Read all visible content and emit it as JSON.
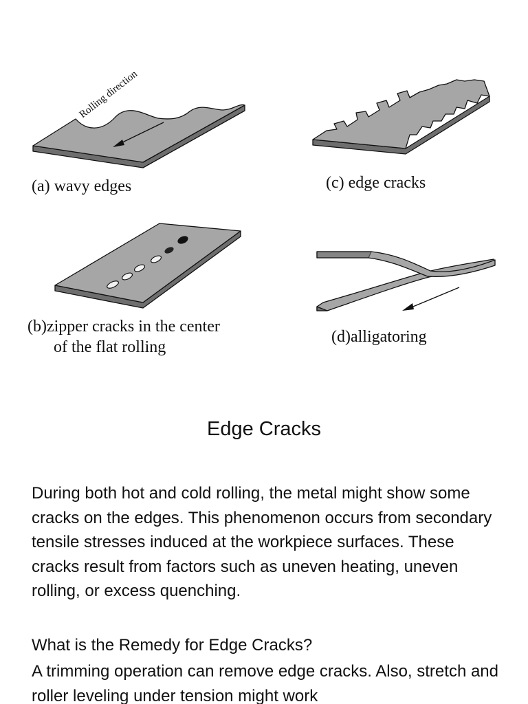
{
  "figure": {
    "rolling_direction": "Rolling direction",
    "labels": {
      "a": "(a) wavy edges",
      "b_line1": "(b)zipper cracks in the center",
      "b_line2": "of the flat rolling",
      "c": "(c) edge cracks",
      "d": "(d)alligatoring"
    }
  },
  "title": "Edge Cracks",
  "paragraphs": {
    "p1": "During both hot and cold rolling, the metal might show some cracks on the edges. This phenomenon occurs from secondary tensile stresses induced at the workpiece surfaces. These cracks result from factors such as uneven heating, uneven rolling, or excess quenching.",
    "p2": "What is the Remedy for Edge Cracks?",
    "p3": "A trimming operation can remove edge cracks. Also, stretch and roller leveling under tension might work"
  }
}
